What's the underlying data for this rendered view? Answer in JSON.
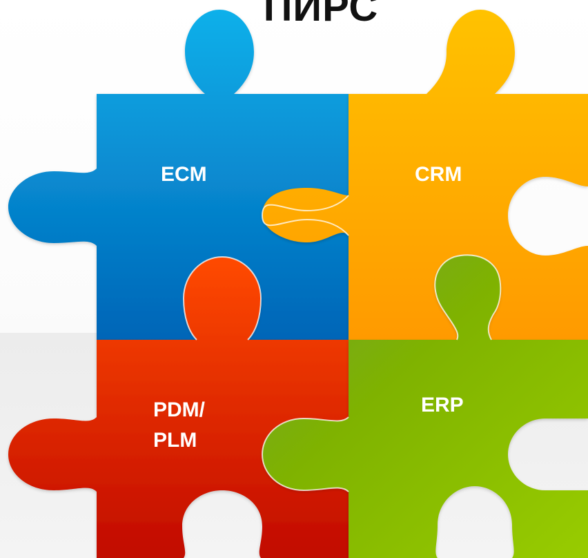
{
  "title": "ПИРС",
  "pieces": [
    {
      "id": "ecm",
      "label_lines": [
        "ECM"
      ],
      "color_top": "#0fb0ea",
      "color_bottom": "#0065b7"
    },
    {
      "id": "crm",
      "label_lines": [
        "CRM"
      ],
      "color_top": "#ffc200",
      "color_bottom": "#ff9a00"
    },
    {
      "id": "pdm-plm",
      "label_lines": [
        "PDM/",
        "PLM"
      ],
      "color_top": "#ff4a00",
      "color_bottom": "#c10a00"
    },
    {
      "id": "erp",
      "label_lines": [
        "ERP"
      ],
      "color_top": "#6ea10a",
      "color_bottom": "#98cc00"
    }
  ]
}
